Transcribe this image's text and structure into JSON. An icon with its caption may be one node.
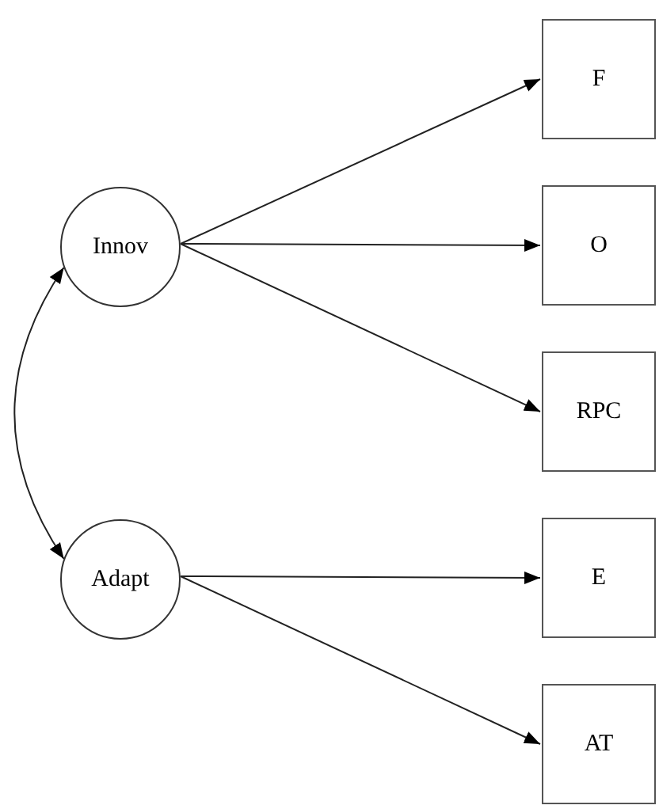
{
  "diagram": {
    "nodes": [
      {
        "text": [
          "Innov"
        ]
      },
      {
        "text": [
          "Adapt"
        ]
      },
      {
        "text": [
          "F"
        ]
      },
      {
        "text": [
          "O"
        ]
      },
      {
        "text": [
          "RPC"
        ]
      },
      {
        "text": [
          "E"
        ]
      },
      {
        "text": [
          "AT"
        ]
      }
    ],
    "edges": [
      {
        "from": 0,
        "to": 1,
        "arrow": "both"
      },
      {
        "from": 0,
        "to": 2,
        "arrow": "to"
      },
      {
        "from": 0,
        "to": 3,
        "arrow": "to"
      },
      {
        "from": 0,
        "to": 4,
        "arrow": "to"
      },
      {
        "from": 1,
        "to": 5,
        "arrow": "to"
      },
      {
        "from": 1,
        "to": 6,
        "arrow": "to"
      }
    ]
  }
}
